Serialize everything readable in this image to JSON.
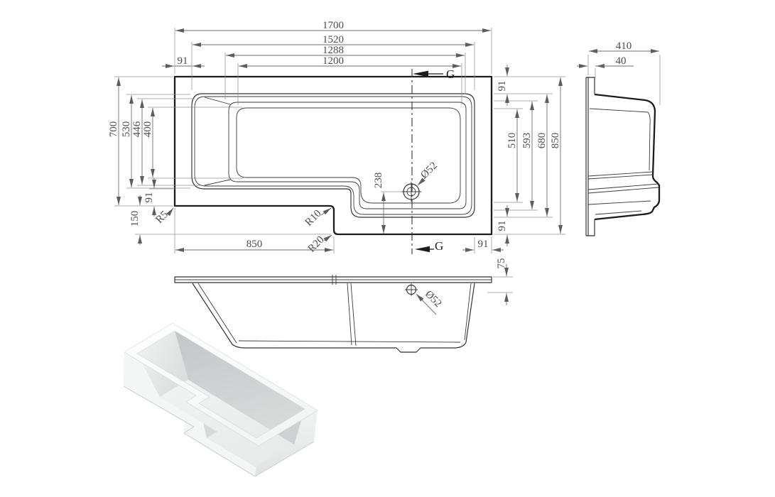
{
  "colors": {
    "outline": "#1c1c1c",
    "dim_line": "#6e6e6e",
    "dim_text": "#4d4d4d"
  },
  "dims": {
    "plan": {
      "length_overall": "1700",
      "length_rim": "1520",
      "length_upper": "1288",
      "length_floor": "1200",
      "offset_91": "91",
      "width_left": "700",
      "width_530": "530",
      "width_446": "446",
      "width_400": "400",
      "step_150": "150",
      "length_850": "850",
      "radius_r5": "R5",
      "radius_r10": "R10",
      "radius_r20": "R20",
      "drain_238": "238",
      "drain_dia": "Ø52",
      "width_510": "510",
      "width_593": "593",
      "width_680": "680",
      "width_right": "850",
      "section_g": "G"
    },
    "end": {
      "depth_410": "410",
      "lip_40": "40"
    },
    "front": {
      "height_75": "75",
      "overflow_dia": "Ø52"
    }
  }
}
